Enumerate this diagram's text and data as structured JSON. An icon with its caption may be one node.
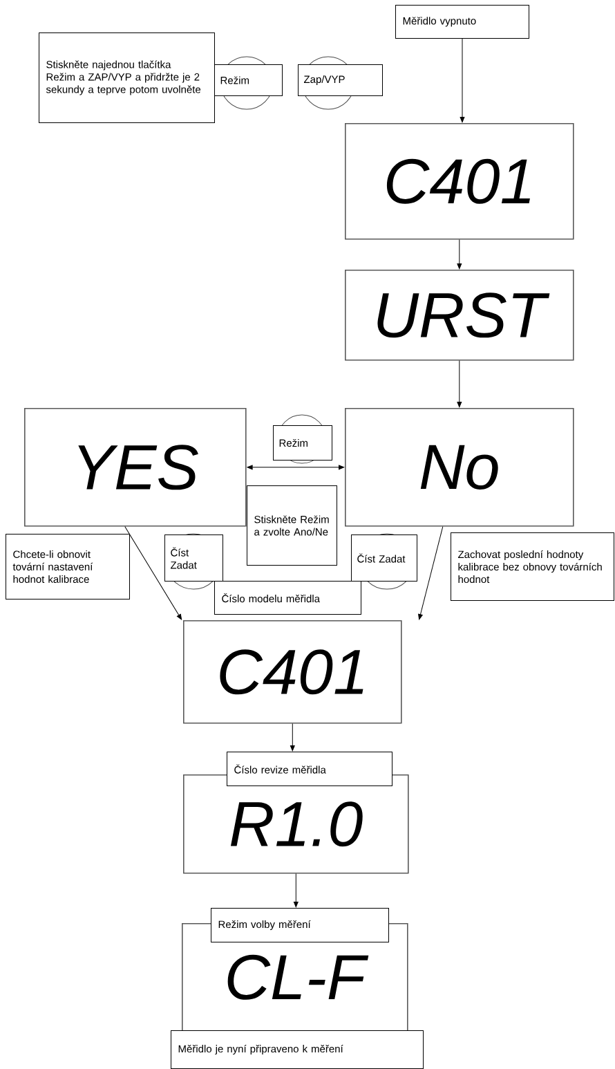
{
  "diagram": {
    "nodes": [
      {
        "text": [
          "Měřidlo vypnuto"
        ]
      },
      {
        "text": [
          "Stiskněte najednou tlačítka Režim a ZAP/VYP a přidržte je 2 sekundy a teprve potom uvolněte"
        ]
      },
      {
        "text": [
          "Režim"
        ]
      },
      {
        "text": [
          "Zap/VYP"
        ]
      },
      {
        "text": [
          "C401"
        ]
      },
      {
        "text": [
          "URST"
        ]
      },
      {
        "text": [
          "YES"
        ]
      },
      {
        "text": [
          "No"
        ]
      },
      {
        "text": [
          "Režim"
        ]
      },
      {
        "text": [
          "Stiskněte Režim a zvolte Ano/Ne"
        ]
      },
      {
        "text": [
          "Chcete-li obnovit tovární nastavení hodnot kalibrace"
        ]
      },
      {
        "text": [
          "Číst Zadat"
        ]
      },
      {
        "text": [
          "Číst Zadat"
        ]
      },
      {
        "text": [
          "Zachovat poslední hodnoty kalibrace bez obnovy továrních hodnot"
        ]
      },
      {
        "text": [
          "Číslo modelu měřidla"
        ]
      },
      {
        "text": [
          "C401"
        ]
      },
      {
        "text": [
          "Číslo revize měřidla"
        ]
      },
      {
        "text": [
          "R1.0"
        ]
      },
      {
        "text": [
          "Režim volby měření"
        ]
      },
      {
        "text": [
          "CL-F"
        ]
      },
      {
        "text": [
          "Měřidlo je nyní připraveno k měření"
        ]
      }
    ],
    "edges": [
      {
        "from": 0,
        "to": 4,
        "arrow": "to"
      },
      {
        "from": 4,
        "to": 5,
        "arrow": "to"
      },
      {
        "from": 5,
        "to": 7,
        "arrow": "to"
      },
      {
        "from": 6,
        "to": 7,
        "arrow": "both"
      },
      {
        "from": 6,
        "to": 15,
        "arrow": "to"
      },
      {
        "from": 7,
        "to": 15,
        "arrow": "to"
      },
      {
        "from": 15,
        "to": 16,
        "arrow": "to"
      },
      {
        "from": 17,
        "to": 18,
        "arrow": "to"
      }
    ]
  }
}
